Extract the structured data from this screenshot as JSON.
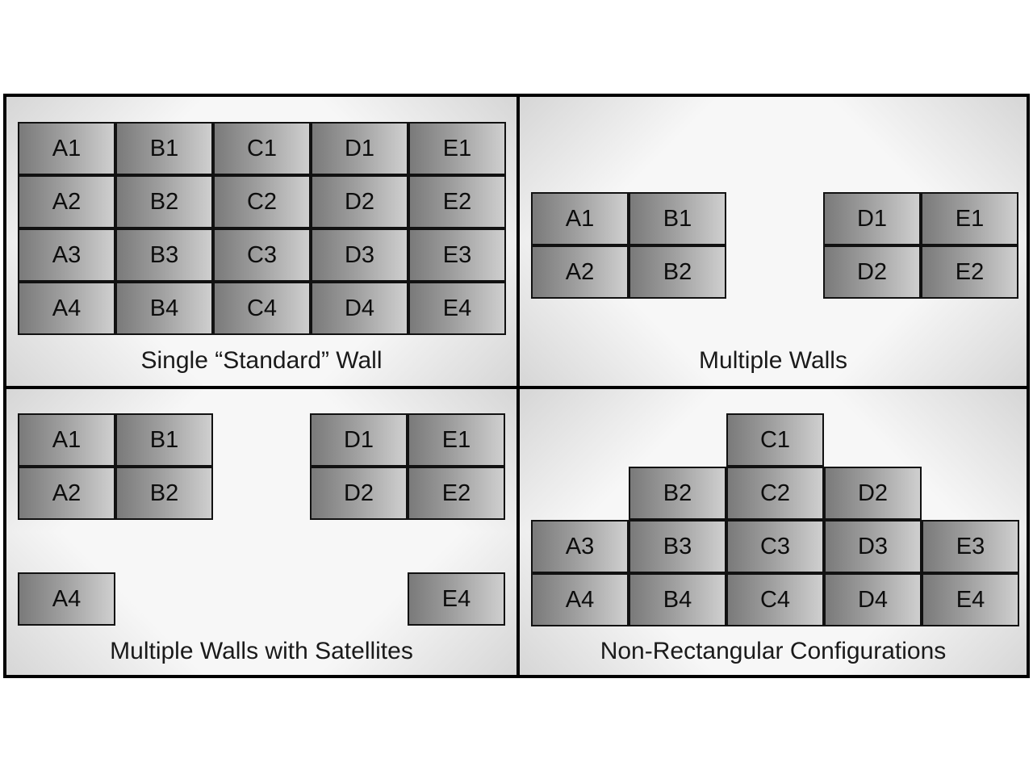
{
  "layouts": [
    {
      "id": "standard",
      "label": "Single “Standard” Wall",
      "tiles": [
        "A1",
        "B1",
        "C1",
        "D1",
        "E1",
        "A2",
        "B2",
        "C2",
        "D2",
        "E2",
        "A3",
        "B3",
        "C3",
        "D3",
        "E3",
        "A4",
        "B4",
        "C4",
        "D4",
        "E4"
      ]
    },
    {
      "id": "multiple",
      "label": "Multiple Walls",
      "tiles": [
        "A1",
        "B1",
        "A2",
        "B2",
        "D1",
        "E1",
        "D2",
        "E2"
      ]
    },
    {
      "id": "satellites",
      "label": "Multiple Walls with Satellites",
      "tiles": [
        "A1",
        "B1",
        "A2",
        "B2",
        "D1",
        "E1",
        "D2",
        "E2",
        "A4",
        "E4"
      ]
    },
    {
      "id": "nonrect",
      "label": "Non-Rectangular Configurations",
      "tiles": [
        "C1",
        "B2",
        "C2",
        "D2",
        "A3",
        "B3",
        "C3",
        "D3",
        "E3",
        "A4",
        "B4",
        "C4",
        "D4",
        "E4"
      ]
    }
  ]
}
